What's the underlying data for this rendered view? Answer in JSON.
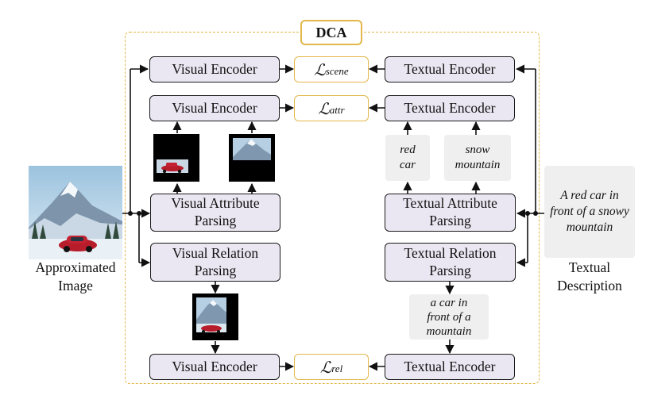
{
  "dca": {
    "label": "DCA"
  },
  "input": {
    "image_caption_1": "Approximated",
    "image_caption_2": "Image"
  },
  "text_input": {
    "description": "A red car in front of a snowy mountain",
    "caption_1": "Textual",
    "caption_2": "Description"
  },
  "visual": {
    "encoder_scene": "Visual Encoder",
    "encoder_attr": "Visual Encoder",
    "attr_parsing_1": "Visual Attribute",
    "attr_parsing_2": "Parsing",
    "rel_parsing_1": "Visual Relation",
    "rel_parsing_2": "Parsing",
    "encoder_rel": "Visual Encoder"
  },
  "textual": {
    "encoder_scene": "Textual Encoder",
    "encoder_attr": "Textual Encoder",
    "attr_parsing_1": "Textual Attribute",
    "attr_parsing_2": "Parsing",
    "rel_parsing_1": "Textual Relation",
    "rel_parsing_2": "Parsing",
    "encoder_rel": "Textual Encoder",
    "attr_1_line1": "red",
    "attr_1_line2": "car",
    "attr_2_line1": "snow",
    "attr_2_line2": "mountain",
    "rel_line1": "a car in",
    "rel_line2": "front of a",
    "rel_line3": "mountain"
  },
  "losses": {
    "symbol": "ℒ",
    "scene_sub": "scene",
    "attr_sub": "attr",
    "rel_sub": "rel"
  },
  "colors": {
    "box_fill": "#ebe7f2",
    "accent_gold": "#e3b74a",
    "note_fill": "#efefef"
  }
}
